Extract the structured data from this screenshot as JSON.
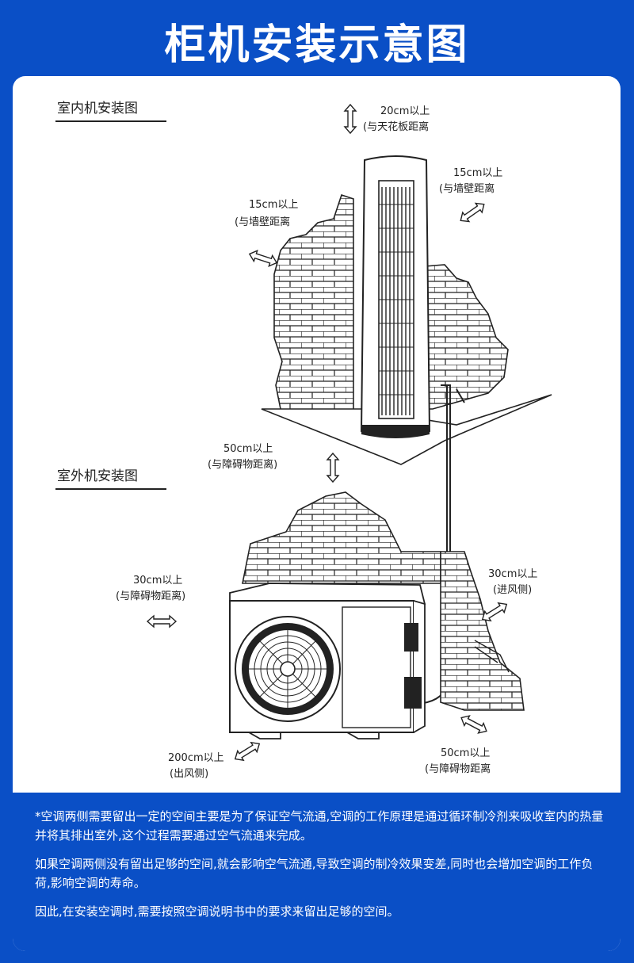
{
  "page_title": "柜机安装示意图",
  "diagram": {
    "indoor_heading": "室内机安装图",
    "outdoor_heading": "室外机安装图",
    "labels": {
      "ceiling": {
        "line1": "20cm以上",
        "line2": "(与天花板距离"
      },
      "wall_right": {
        "line1": "15cm以上",
        "line2": "(与墙壁距离"
      },
      "wall_left": {
        "line1": "15cm以上",
        "line2": "(与墙壁距离"
      },
      "obstacle_top": {
        "line1": "50cm以上",
        "line2": "(与障碍物距离)"
      },
      "obstacle_left": {
        "line1": "30cm以上",
        "line2": "(与障碍物距离)"
      },
      "intake_side": {
        "line1": "30cm以上",
        "line2": "(进风侧)"
      },
      "outlet_side": {
        "line1": "200cm以上",
        "line2": "(出风侧)"
      },
      "obstacle_bottom": {
        "line1": "50cm以上",
        "line2": "(与障碍物距离"
      }
    }
  },
  "notes": [
    "*空调两侧需要留出一定的空间主要是为了保证空气流通,空调的工作原理是通过循环制冷剂来吸收室内的热量并将其排出室外,这个过程需要通过空气流通来完成。",
    "如果空调两侧没有留出足够的空间,就会影响空气流通,导致空调的制冷效果变差,同时也会增加空调的工作负荷,影响空调的寿命。",
    "因此,在安装空调时,需要按照空调说明书中的要求来留出足够的空间。"
  ],
  "colors": {
    "background": "#0a4fc6",
    "card": "#ffffff",
    "ink": "#222222"
  }
}
